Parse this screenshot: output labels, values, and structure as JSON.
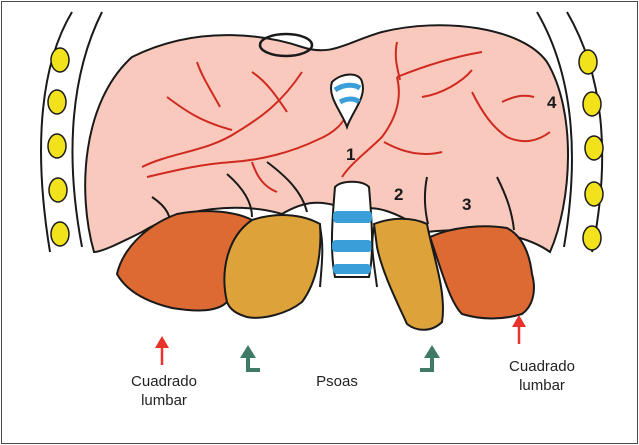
{
  "colors": {
    "diaphragm": "#f9c9bd",
    "vessels": "#d02a20",
    "quadratus_muscle": "#dc6a32",
    "psoas_muscle": "#dea23a",
    "vertebra": "#3a9fd8",
    "rib_nodes": "#f2e21c",
    "arrow_red": "#e8322a",
    "arrow_green": "#3f7a66",
    "outline": "#1a1a1a"
  },
  "markers": [
    "1",
    "2",
    "3",
    "4"
  ],
  "labels": {
    "left_muscle": "Cuadrado\nlumbar",
    "center_muscle": "Psoas",
    "right_muscle": "Cuadrado\nlumbar"
  },
  "icons": {
    "left_arrow": "red-up-arrow",
    "left_center_arrow": "green-curved-arrow",
    "right_center_arrow": "green-curved-arrow",
    "right_arrow": "red-up-arrow"
  }
}
